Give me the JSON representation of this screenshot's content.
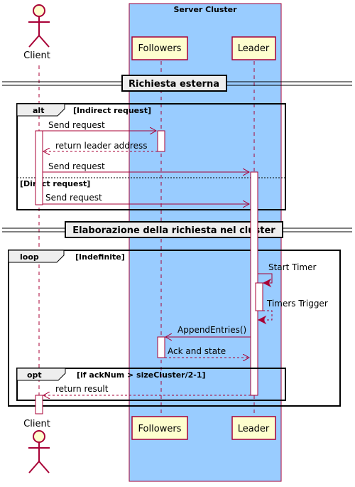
{
  "diagram": {
    "box_title": "Server Cluster",
    "participants": {
      "client": "Client",
      "followers": "Followers",
      "leader": "Leader"
    },
    "dividers": {
      "external": "Richiesta esterna",
      "processing": "Elaborazione della richiesta nel cluster"
    },
    "fragments": {
      "alt_keyword": "alt",
      "alt_guard": "[Indirect request]",
      "alt_else_guard": "[Direct request]",
      "loop_keyword": "loop",
      "loop_guard": "[Indefinite]",
      "opt_keyword": "opt",
      "opt_guard": "[if ackNum > sizeCluster/2-1]"
    },
    "messages": {
      "m1": "Send request",
      "m2": "return leader address",
      "m3": "Send request",
      "m4": "Send request",
      "m5": "Start Timer",
      "m6": "Timers Trigger",
      "m7": "AppendEntries()",
      "m8": "Ack and state",
      "m9": "return result"
    },
    "colors": {
      "border": "#A80036",
      "participant_fill": "#FEFECE",
      "box_fill": "#99CCFF",
      "box_border": "#A80036",
      "divider_fill": "#EEEEEE",
      "activation_fill": "#FFFFFF"
    }
  }
}
